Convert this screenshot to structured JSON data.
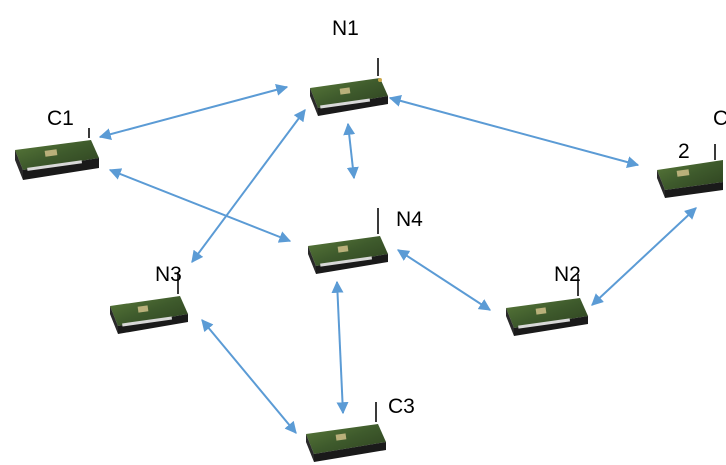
{
  "diagram": {
    "nodes": [
      {
        "id": "N1",
        "label": "N1"
      },
      {
        "id": "C1",
        "label": "C1"
      },
      {
        "id": "C2",
        "label": "C"
      },
      {
        "id": "N4",
        "label": "N4"
      },
      {
        "id": "N3",
        "label": "N3"
      },
      {
        "id": "N2",
        "label": "N2"
      },
      {
        "id": "C3",
        "label": "C3"
      }
    ],
    "edges": [
      {
        "from": "C1",
        "to": "N1"
      },
      {
        "from": "N1",
        "to": "C2"
      },
      {
        "from": "N1",
        "to": "N4"
      },
      {
        "from": "N1",
        "to": "N3"
      },
      {
        "from": "C1",
        "to": "N4"
      },
      {
        "from": "N4",
        "to": "N2"
      },
      {
        "from": "N2",
        "to": "C2"
      },
      {
        "from": "N4",
        "to": "C3"
      },
      {
        "from": "N3",
        "to": "C3"
      }
    ],
    "stray_text": "2",
    "colors": {
      "arrow": "#5b9bd5",
      "label": "#000000",
      "board_pcb": "#3e5a2c",
      "board_base": "#1a1a1a"
    }
  }
}
